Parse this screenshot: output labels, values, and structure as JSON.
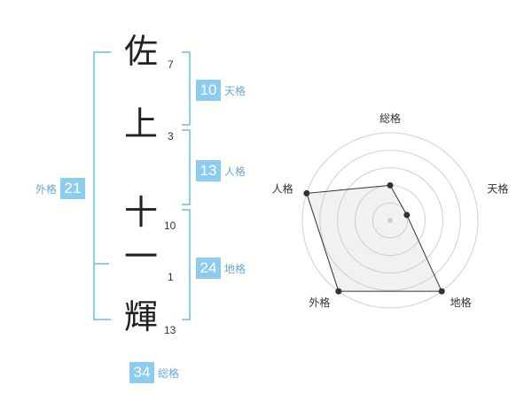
{
  "name": {
    "chars": [
      {
        "char": "佐",
        "strokes": "7"
      },
      {
        "char": "上",
        "strokes": "3"
      },
      {
        "char": "十",
        "strokes": "10"
      },
      {
        "char": "一",
        "strokes": "1"
      },
      {
        "char": "輝",
        "strokes": "13"
      }
    ]
  },
  "kakusu": {
    "tenkaku": {
      "value": "10",
      "label": "天格"
    },
    "jinkaku": {
      "value": "13",
      "label": "人格"
    },
    "chikaku": {
      "value": "24",
      "label": "地格"
    },
    "gaikaku": {
      "value": "21",
      "label": "外格"
    },
    "soukaku": {
      "value": "34",
      "label": "総格"
    }
  },
  "colors": {
    "accent": "#8cccf0",
    "label": "#6aa7d6"
  },
  "chart_data": {
    "type": "radar",
    "axes": [
      "総格",
      "天格",
      "地格",
      "外格",
      "人格"
    ],
    "values": [
      2,
      1,
      5,
      5,
      5
    ],
    "rmax": 5,
    "rings": 5
  }
}
